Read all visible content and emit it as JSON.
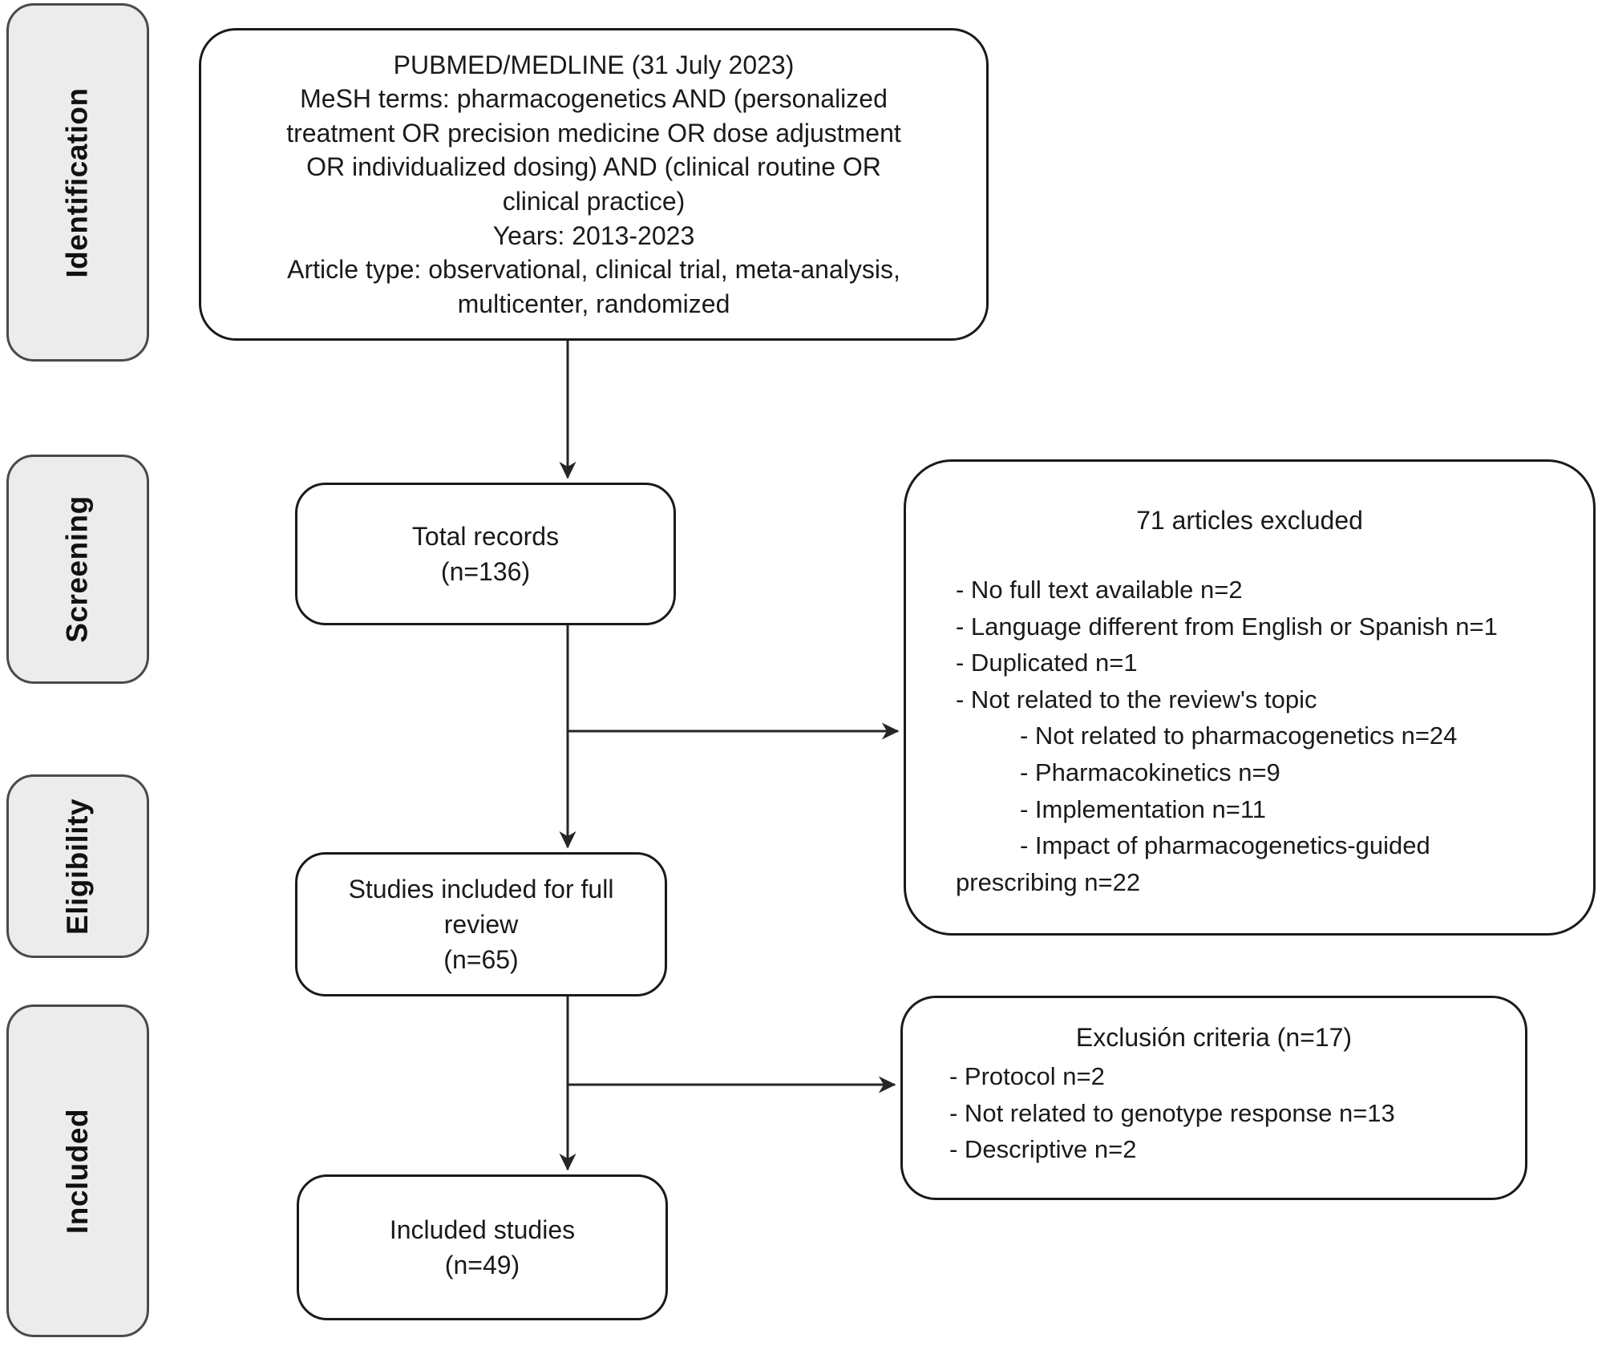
{
  "diagram_title": "PRISMA-style study selection flow diagram",
  "stages": [
    {
      "label": "Identification"
    },
    {
      "label": "Screening"
    },
    {
      "label": "Eligibility"
    },
    {
      "label": "Included"
    }
  ],
  "boxes": {
    "search": {
      "text": "PUBMED/MEDLINE (31 July 2023)\nMeSH terms: pharmacogenetics AND (personalized\ntreatment OR precision medicine OR dose adjustment\nOR individualized dosing) AND (clinical routine OR\nclinical practice)\nYears: 2013-2023\nArticle type: observational, clinical trial, meta-analysis,\nmulticenter, randomized"
    },
    "total_records": {
      "text": "Total records\n(n=136)"
    },
    "full_review": {
      "text": "Studies included for full review\n(n=65)"
    },
    "included_studies": {
      "text": "Included studies\n(n=49)"
    },
    "excluded1": {
      "title": "71 articles excluded",
      "items": [
        {
          "text": "- No full text available n=2",
          "indent": 0
        },
        {
          "text": "- Language different from English or Spanish n=1",
          "indent": 0
        },
        {
          "text": "- Duplicated n=1",
          "indent": 0
        },
        {
          "text": "- Not related to the review's topic",
          "indent": 0
        },
        {
          "text": "- Not related to pharmacogenetics n=24",
          "indent": 1
        },
        {
          "text": "- Pharmacokinetics n=9",
          "indent": 1
        },
        {
          "text": "- Implementation n=11",
          "indent": 1
        },
        {
          "text": "- Impact of pharmacogenetics-guided\nprescribing n=22",
          "indent": 1
        }
      ]
    },
    "excluded2": {
      "title": "Exclusión criteria (n=17)",
      "items": [
        {
          "text": "- Protocol n=2",
          "indent": 0
        },
        {
          "text": "- Not related to genotype response n=13",
          "indent": 0
        },
        {
          "text": "- Descriptive n=2",
          "indent": 0
        }
      ]
    }
  },
  "colors": {
    "stage_fill": "#ececec",
    "stage_border": "#4a4a4a",
    "box_border": "#1a1a1a",
    "line": "#262626",
    "background": "#ffffff"
  }
}
